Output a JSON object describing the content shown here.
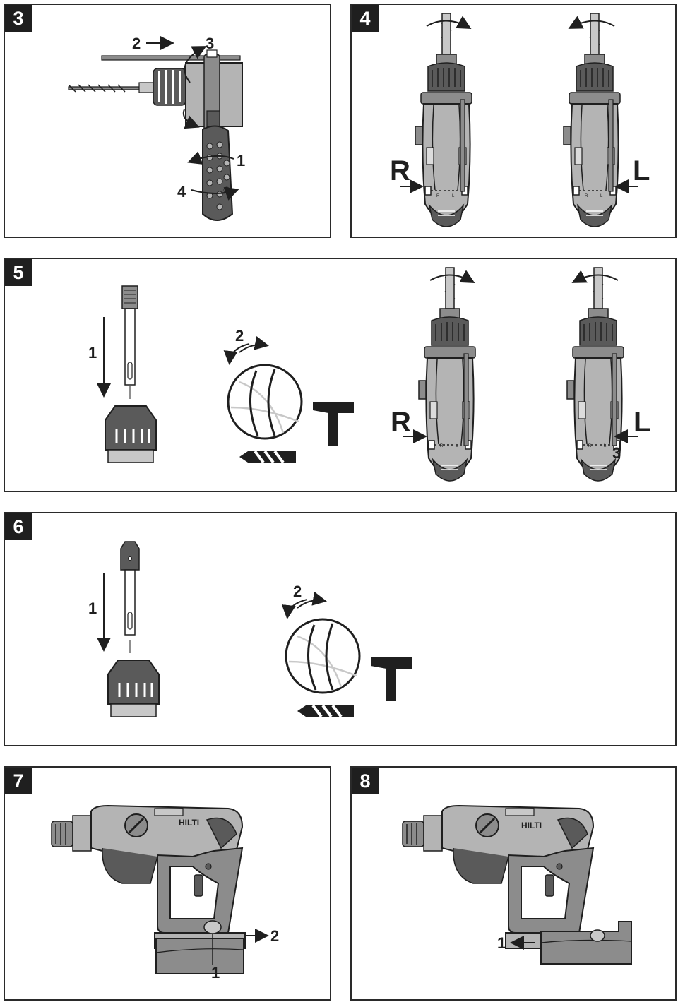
{
  "colors": {
    "frame": "#2a2a2a",
    "ink": "#1f1f1f",
    "grey": "#8c8c8c",
    "light": "#c8c8c8",
    "dark": "#5a5a5a"
  },
  "panels": {
    "p3": {
      "number": "3",
      "labels": {
        "l1": "1",
        "l2": "2",
        "l3": "3",
        "l4": "4"
      }
    },
    "p4": {
      "number": "4",
      "labels": {
        "right": "R",
        "left": "L"
      }
    },
    "p5": {
      "number": "5",
      "labels": {
        "l1": "1",
        "l2": "2",
        "right": "R",
        "left": "L",
        "l3": "3"
      }
    },
    "p6": {
      "number": "6",
      "labels": {
        "l1": "1",
        "l2": "2"
      }
    },
    "p7": {
      "number": "7",
      "brand": "HILTI",
      "labels": {
        "l1": "1",
        "l2": "2"
      }
    },
    "p8": {
      "number": "8",
      "brand": "HILTI",
      "labels": {
        "l1": "1"
      }
    }
  },
  "switch_marks": {
    "r": "R",
    "l": "L"
  },
  "icons": [
    "drill-side-icon",
    "drill-top-view-icon",
    "chuck-adapter-icon",
    "chuck-icon",
    "mode-dial-icon",
    "hammer-mode-icon",
    "drill-mode-icon",
    "cordless-hammer-icon",
    "battery-pack-icon"
  ]
}
